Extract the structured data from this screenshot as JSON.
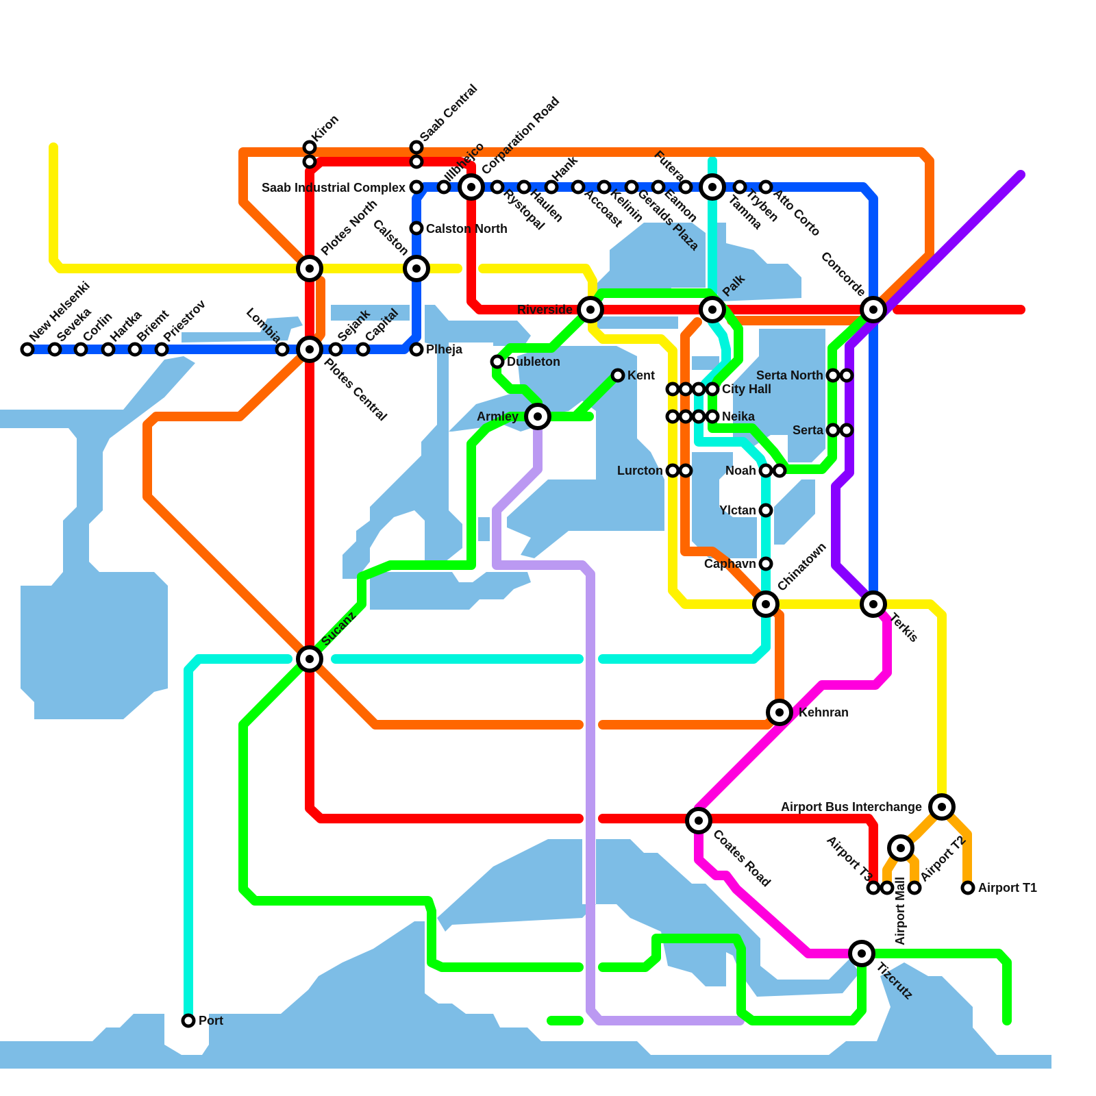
{
  "colors": {
    "water": "#7dbde6",
    "red": "#ff0000",
    "orange": "#ff6600",
    "yellow": "#fff200",
    "blue": "#0055ff",
    "green": "#00ff00",
    "cyan": "#00f5dc",
    "purple": "#8800ff",
    "lilac": "#bb99f2",
    "magenta": "#ff00dd",
    "amber": "#ffaa00"
  },
  "stations": {
    "kiron": "Kiron",
    "saab_central": "Saab Central",
    "illbhejco": "Illbhejco",
    "corparation_road": "Corparation Road",
    "hank": "Hank",
    "futera": "Futera",
    "saab_industrial_complex": "Saab Industrial Complex",
    "rystopal": "Rystopal",
    "haulen": "Haulen",
    "accoast": "Accoast",
    "kelinin": "Kelinin",
    "geralds_plaza": "Geralds Plaza",
    "eamon": "Eamon",
    "tamma": "Tamma",
    "tryben": "Tryben",
    "atto_corto": "Atto Corto",
    "calston_north": "Calston North",
    "calston": "Calston",
    "plotes_north": "Plotes North",
    "concorde": "Concorde",
    "riverside": "Riverside",
    "palk": "Palk",
    "new_helsenki": "New Helsenki",
    "seveka": "Seveka",
    "corlin": "Corlin",
    "hartka": "Hartka",
    "briemt": "Briemt",
    "priestrov": "Priestrov",
    "lombia": "Lombia",
    "sejank": "Sejank",
    "capital": "Capital",
    "plheja": "Plheja",
    "plotes_central": "Plotes Central",
    "dubleton": "Dubleton",
    "kent": "Kent",
    "serta_north": "Serta North",
    "city_hall": "City Hall",
    "armley": "Armley",
    "neika": "Neika",
    "serta": "Serta",
    "lurcton": "Lurcton",
    "noah": "Noah",
    "ylctan": "Ylctan",
    "caphavn": "Caphavn",
    "chinatown": "Chinatown",
    "terkis": "Terkis",
    "sucanz": "Sucanz",
    "kehnran": "Kehnran",
    "airport_bus_interchange": "Airport Bus Interchange",
    "coates_road": "Coates Road",
    "airport_t3": "Airport T3",
    "airport_mall": "Airport Mall",
    "airport_t2": "Airport T2",
    "airport_t1": "Airport T1",
    "tizcrutz": "Tizcrutz",
    "port": "Port"
  }
}
